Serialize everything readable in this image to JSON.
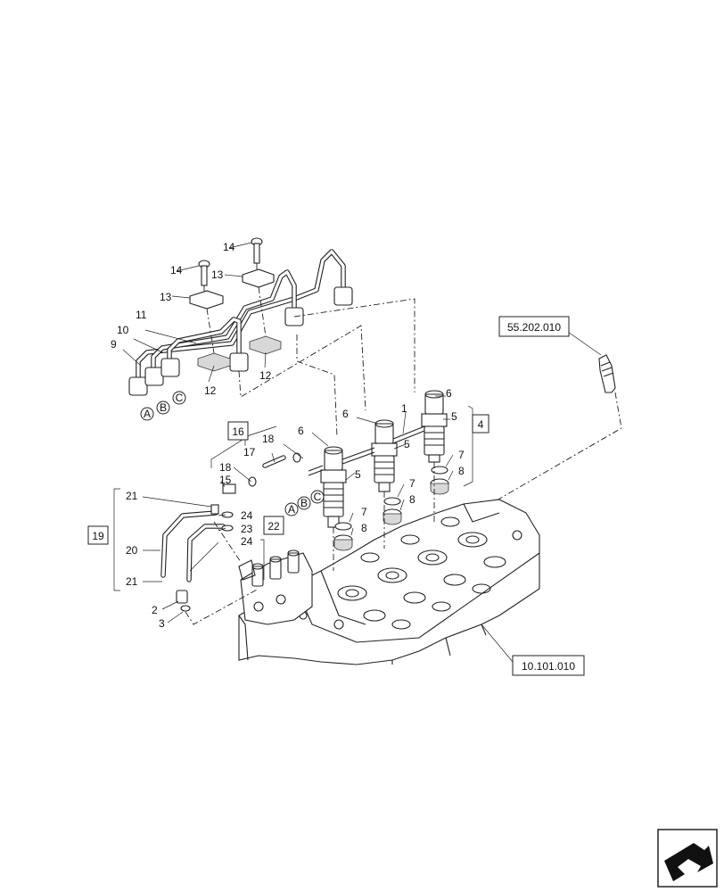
{
  "labels": {
    "n1": "1",
    "n2": "2",
    "n3": "3",
    "n4": "4",
    "n5": "5",
    "n6": "6",
    "n7": "7",
    "n8": "8",
    "n9": "9",
    "n10": "10",
    "n11": "11",
    "n12": "12",
    "n13": "13",
    "n14": "14",
    "n15": "15",
    "n16": "16",
    "n17": "17",
    "n18": "18",
    "n19": "19",
    "n20": "20",
    "n21": "21",
    "n22": "22",
    "n23": "23",
    "n24": "24"
  },
  "connectors": {
    "a": "A",
    "b": "B",
    "c": "C"
  },
  "references": {
    "glow_plug": "55.202.010",
    "cylinder_head": "10.101.010"
  },
  "icons": {
    "nav": "navigation-arrow-icon"
  }
}
